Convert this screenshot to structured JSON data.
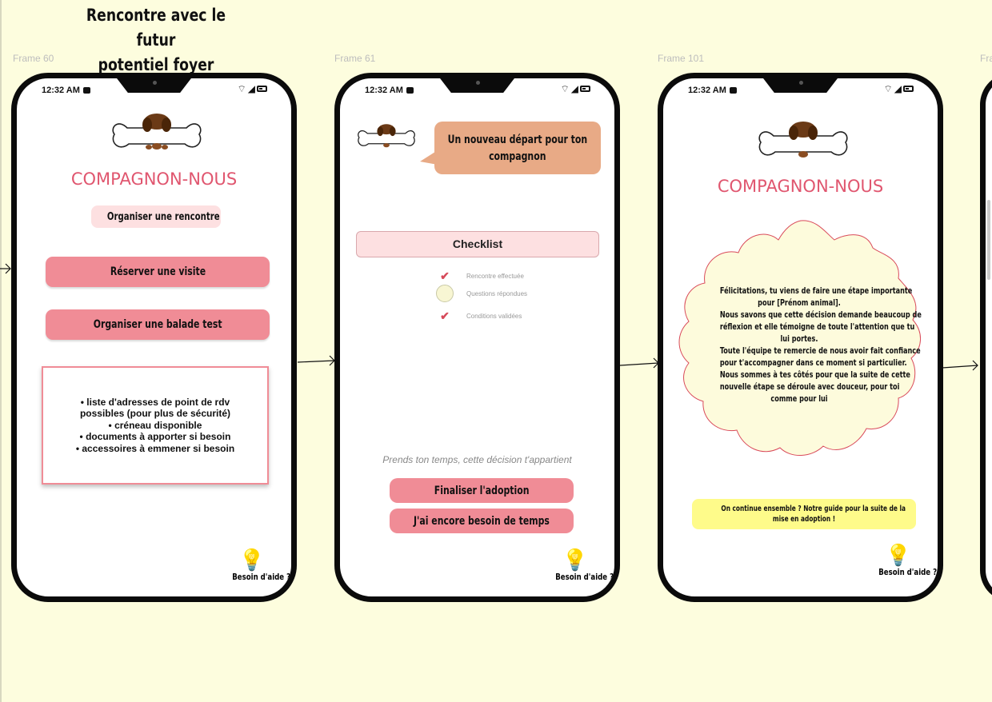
{
  "canvas": {
    "title_line1": "Rencontre avec le futur",
    "title_line2": "potentiel foyer",
    "frames": [
      "Frame 60",
      "Frame 61",
      "Frame 101",
      "Fra"
    ]
  },
  "status_bar": {
    "time": "12:32 AM"
  },
  "screen1": {
    "brand": "COMPAGNON-NOUS",
    "section_label": "Organiser une rencontre",
    "btn_visit": "Réserver une visite",
    "btn_walk": "Organiser une balade test",
    "info_items": [
      "liste d'adresses de point de rdv",
      "possibles (pour plus de sécurité)",
      "créneau disponible",
      "documents à apporter si besoin",
      "accessoires à emmener si besoin"
    ],
    "help": "Besoin d'aide ?"
  },
  "screen2": {
    "bubble_line1": "Un nouveau départ pour ton",
    "bubble_line2": "compagnon",
    "checklist_title": "Checklist",
    "checks": [
      {
        "label": "Rencontre effectuée",
        "state": "checked"
      },
      {
        "label": "Questions répondues",
        "state": "pending"
      },
      {
        "label": "Conditions validées",
        "state": "checked"
      }
    ],
    "note": "Prends ton temps, cette décision t'appartient",
    "btn_finalize": "Finaliser l'adoption",
    "btn_time": "J'ai encore besoin de temps",
    "help": "Besoin d'aide ?"
  },
  "screen3": {
    "brand": "COMPAGNON-NOUS",
    "message_lines": [
      "Félicitations, tu viens de faire une étape importante",
      "pour [Prénom animal].",
      "Nous savons que cette décision demande beaucoup de",
      "réflexion et elle témoigne de toute l'attention que tu",
      "lui portes.",
      "Toute l'équipe te remercie de nous avoir fait confiance",
      "pour t'accompagner dans ce moment si particulier.",
      "Nous sommes à tes côtés pour que la suite de cette",
      "nouvelle étape se déroule avec douceur, pour toi",
      "comme pour lui"
    ],
    "banner_line1": "On continue ensemble ? Notre guide pour la suite de la",
    "banner_line2": "mise en adoption !",
    "help": "Besoin d'aide ?"
  },
  "colors": {
    "canvas_bg": "#fdfdde",
    "brand": "#e0566f",
    "button_pink": "#f08c96",
    "light_pink": "#fde0e1",
    "bubble": "#e8aa86",
    "banner_yellow": "#fefb8a"
  },
  "icons": [
    "bone-dog-logo-icon",
    "chat-icon",
    "wifi-icon",
    "signal-icon",
    "battery-icon",
    "lightbulb-icon",
    "checkmark-icon",
    "arrow-icon"
  ]
}
